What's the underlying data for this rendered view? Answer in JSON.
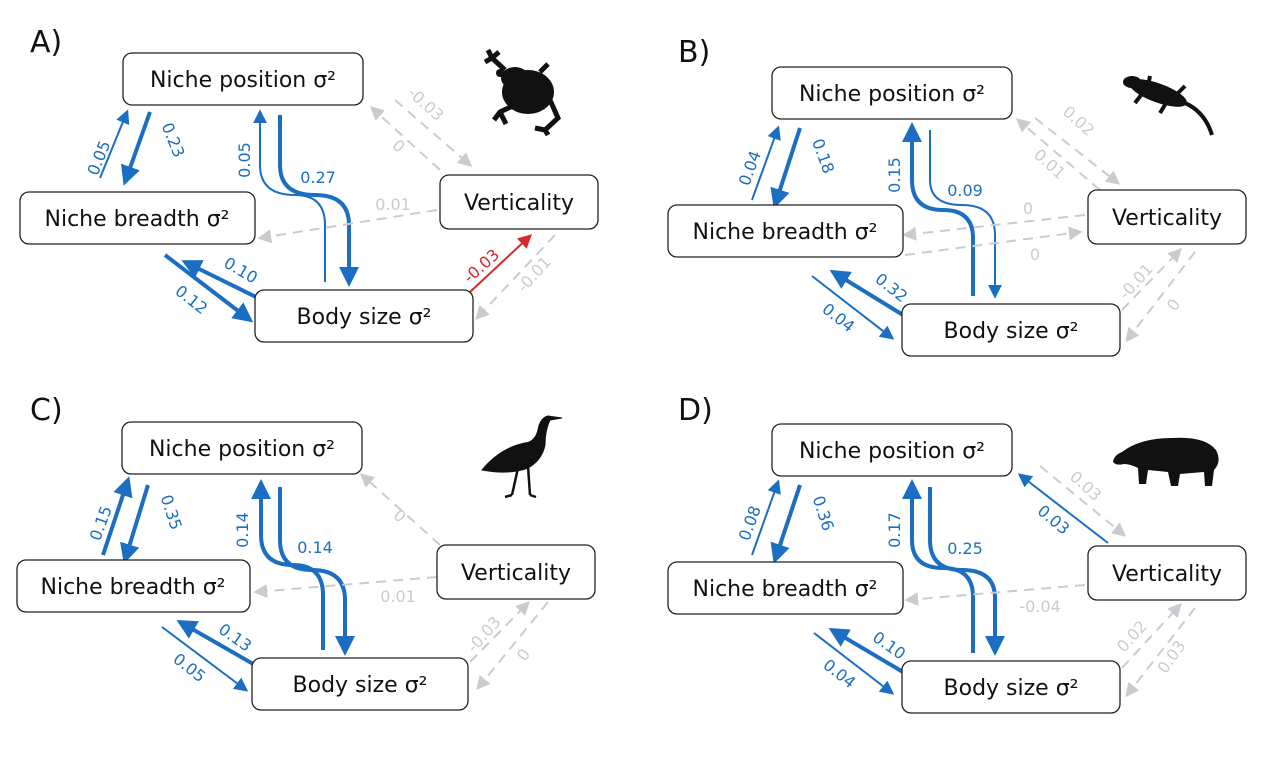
{
  "colors": {
    "positive": "#1b6ec2",
    "negative": "#d62a2a",
    "nonsignificant": "#c8ccd1",
    "text": "#111111"
  },
  "nodes": {
    "niche_position": "Niche position σ²",
    "niche_breadth": "Niche breadth σ²",
    "verticality": "Verticality",
    "body_size": "Body size σ²"
  },
  "panels": [
    {
      "label": "A)",
      "silhouette": "frog-icon",
      "coefficients": {
        "nb_to_np": "0.05",
        "np_to_nb": "0.23",
        "bs_to_np": "0.05",
        "np_to_bs": "0.27",
        "v_to_np": "-0.03",
        "np_to_v": "0",
        "v_to_nb": "0.01",
        "nb_to_v": "",
        "bs_to_nb": "0.10",
        "nb_to_bs": "0.12",
        "bs_to_v": "-0.03",
        "v_to_bs": "-0.01"
      }
    },
    {
      "label": "B)",
      "silhouette": "lizard-icon",
      "coefficients": {
        "nb_to_np": "0.04",
        "np_to_nb": "0.18",
        "bs_to_np": "0.15",
        "np_to_bs": "0.09",
        "v_to_np": "0.02",
        "np_to_v": "0.01",
        "v_to_nb": "0",
        "nb_to_v": "0",
        "bs_to_nb": "0.32",
        "nb_to_bs": "0.04",
        "bs_to_v": "-0.01",
        "v_to_bs": "0"
      }
    },
    {
      "label": "C)",
      "silhouette": "wading-bird-icon",
      "coefficients": {
        "nb_to_np": "0.15",
        "np_to_nb": "0.35",
        "bs_to_np": "0.14",
        "np_to_bs": "0.14",
        "v_to_np": "0",
        "np_to_v": "",
        "v_to_nb": "0.01",
        "nb_to_v": "",
        "bs_to_nb": "0.13",
        "nb_to_bs": "0.05",
        "bs_to_v": "-0.03",
        "v_to_bs": "0"
      }
    },
    {
      "label": "D)",
      "silhouette": "tapir-icon",
      "coefficients": {
        "nb_to_np": "0.08",
        "np_to_nb": "0.36",
        "bs_to_np": "0.17",
        "np_to_bs": "0.25",
        "v_to_np": "0.03",
        "np_to_v": "0.03",
        "v_to_nb": "-0.04",
        "nb_to_v": "",
        "bs_to_nb": "0.10",
        "nb_to_bs": "0.04",
        "bs_to_v": "0.02",
        "v_to_bs": "0.03"
      }
    }
  ]
}
